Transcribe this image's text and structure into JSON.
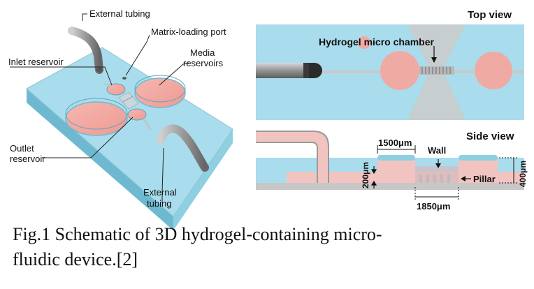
{
  "left": {
    "external_tubing_top": "External tubing",
    "matrix_loading_port": "Matrix-loading port",
    "inlet_reservoir": "Inlet reservoir",
    "media_reservoirs_line1": "Media",
    "media_reservoirs_line2": "reservoirs",
    "outlet_reservoir_line1": "Outlet",
    "outlet_reservoir_line2": "reservoir",
    "external_tubing_bottom_line1": "External",
    "external_tubing_bottom_line2": "tubing"
  },
  "top_view": {
    "title": "Top view",
    "chamber_label": "Hydrogel micro chamber"
  },
  "side_view": {
    "title": "Side view",
    "dim_1500": "1500μm",
    "wall": "Wall",
    "dim_200": "200μm",
    "pillar": "Pillar",
    "dim_400": "400μm",
    "dim_1850": "1850μm"
  },
  "caption": {
    "line1": "Fig.1 Schematic of 3D hydrogel-containing micro-",
    "line2": "fluidic device.[2]"
  },
  "colors": {
    "chip": "#a9dcec",
    "chip_side": "#7cc4db",
    "reservoir": "#f2a9a3",
    "tubing": "#8a8a8a",
    "base": "#c7c7c7"
  }
}
